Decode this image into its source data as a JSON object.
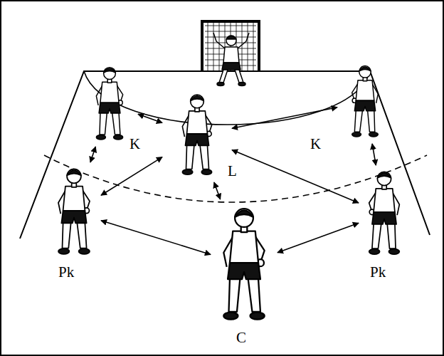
{
  "diagram": {
    "nodes": [
      {
        "text": [
          "K"
        ]
      },
      {
        "text": [
          "K"
        ]
      },
      {
        "text": [
          "L"
        ]
      },
      {
        "text": [
          "Pk"
        ]
      },
      {
        "text": [
          "Pk"
        ]
      },
      {
        "text": [
          "C"
        ]
      }
    ],
    "edges": [
      {
        "from": 0,
        "to": 2,
        "arrow": "both"
      },
      {
        "from": 1,
        "to": 2,
        "arrow": "both"
      },
      {
        "from": 0,
        "to": 3,
        "arrow": "both"
      },
      {
        "from": 1,
        "to": 4,
        "arrow": "both"
      },
      {
        "from": 2,
        "to": 3,
        "arrow": "both"
      },
      {
        "from": 2,
        "to": 4,
        "arrow": "both"
      },
      {
        "from": 2,
        "to": 5,
        "arrow": "both"
      },
      {
        "from": 3,
        "to": 5,
        "arrow": "both"
      },
      {
        "from": 4,
        "to": 5,
        "arrow": "both"
      }
    ]
  }
}
